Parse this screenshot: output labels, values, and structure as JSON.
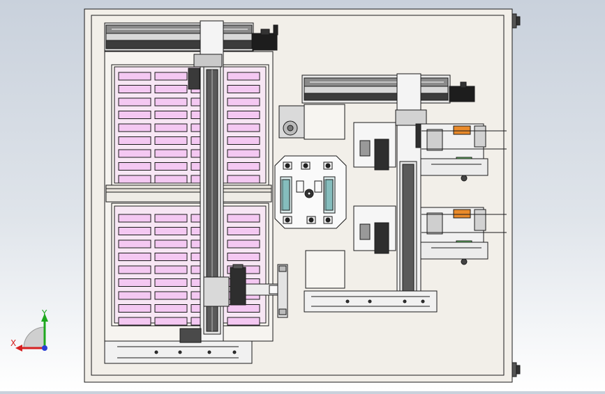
{
  "viewport": {
    "background_top": "#c9d1dc",
    "background_bottom": "#ffffff",
    "plate_color": "#f2efe9",
    "outline_color": "#1a1a1a"
  },
  "trays": {
    "count": 2,
    "cell_fill": "#f4c8f2",
    "rows_per_tray": 9,
    "columns_per_tray": 4
  },
  "turntable": {
    "nozzle_accent": "#66a8a8"
  },
  "labeling_units": {
    "count": 2,
    "accent_orange": "#e98a2a",
    "accent_green": "#6fcf6f"
  },
  "triad": {
    "x_label": "X",
    "y_label": "Y",
    "x_color": "#d62020",
    "y_color": "#1fa81f",
    "z_color": "#2a3fd6"
  }
}
